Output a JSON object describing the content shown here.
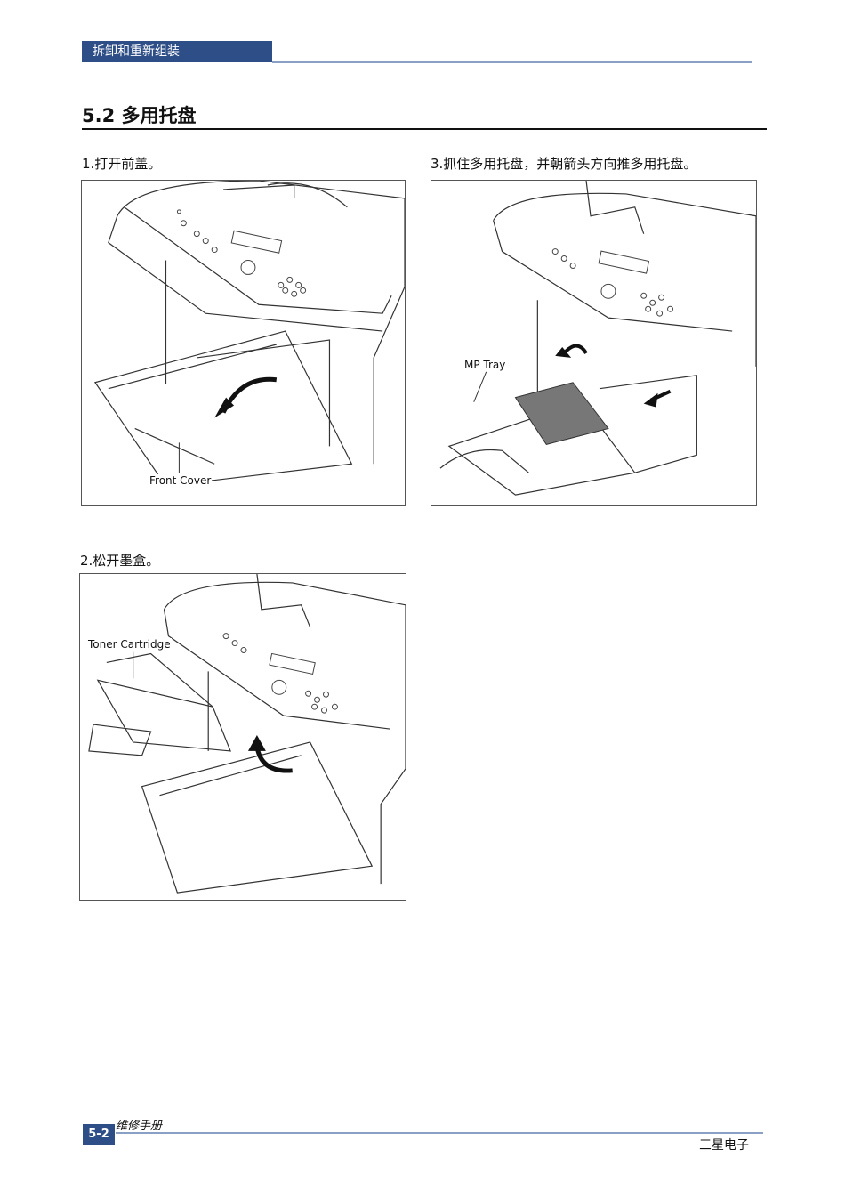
{
  "header": {
    "chapter": "拆卸和重新组装"
  },
  "section": {
    "title": "5.2 多用托盘"
  },
  "steps": [
    {
      "caption": "1.打开前盖。",
      "label": "Front Cover"
    },
    {
      "caption": "2.松开墨盒。",
      "label": "Toner Cartridge"
    },
    {
      "caption": "3.抓住多用托盘，并朝箭头方向推多用托盘。",
      "label": "MP Tray"
    }
  ],
  "footer": {
    "manual": "维修手册",
    "page": "5-2",
    "company": "三星电子"
  },
  "colors": {
    "accent": "#2d4e86",
    "rule": "#8aa0c4"
  }
}
